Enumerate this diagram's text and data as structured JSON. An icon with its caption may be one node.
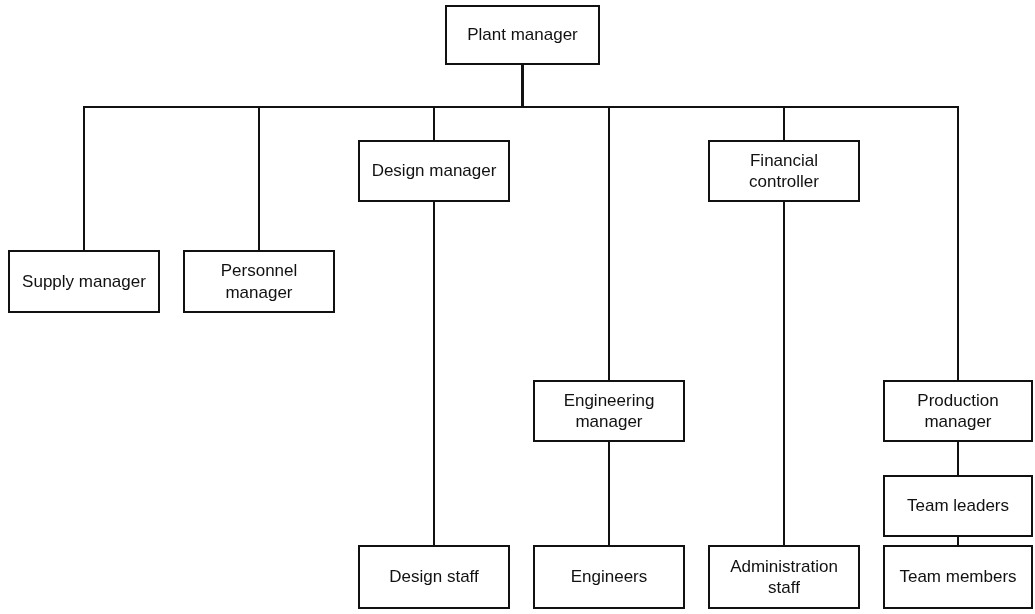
{
  "diagram": {
    "nodes": [
      {
        "text": [
          "Plant manager"
        ]
      },
      {
        "text": [
          "Design manager"
        ]
      },
      {
        "text": [
          "Financial controller"
        ]
      },
      {
        "text": [
          "Supply manager"
        ]
      },
      {
        "text": [
          "Personnel manager"
        ]
      },
      {
        "text": [
          "Engineering manager"
        ]
      },
      {
        "text": [
          "Production manager"
        ]
      },
      {
        "text": [
          "Team leaders"
        ]
      },
      {
        "text": [
          "Design staff"
        ]
      },
      {
        "text": [
          "Engineers"
        ]
      },
      {
        "text": [
          "Administration staff"
        ]
      },
      {
        "text": [
          "Team members"
        ]
      }
    ],
    "edges": [
      {
        "from": 0,
        "to": 3,
        "arrow": "none"
      },
      {
        "from": 0,
        "to": 4,
        "arrow": "none"
      },
      {
        "from": 0,
        "to": 1,
        "arrow": "none"
      },
      {
        "from": 0,
        "to": 5,
        "arrow": "none"
      },
      {
        "from": 0,
        "to": 2,
        "arrow": "none"
      },
      {
        "from": 0,
        "to": 6,
        "arrow": "none"
      },
      {
        "from": 1,
        "to": 8,
        "arrow": "none"
      },
      {
        "from": 5,
        "to": 9,
        "arrow": "none"
      },
      {
        "from": 2,
        "to": 10,
        "arrow": "none"
      },
      {
        "from": 6,
        "to": 7,
        "arrow": "none"
      },
      {
        "from": 7,
        "to": 11,
        "arrow": "none"
      }
    ]
  }
}
